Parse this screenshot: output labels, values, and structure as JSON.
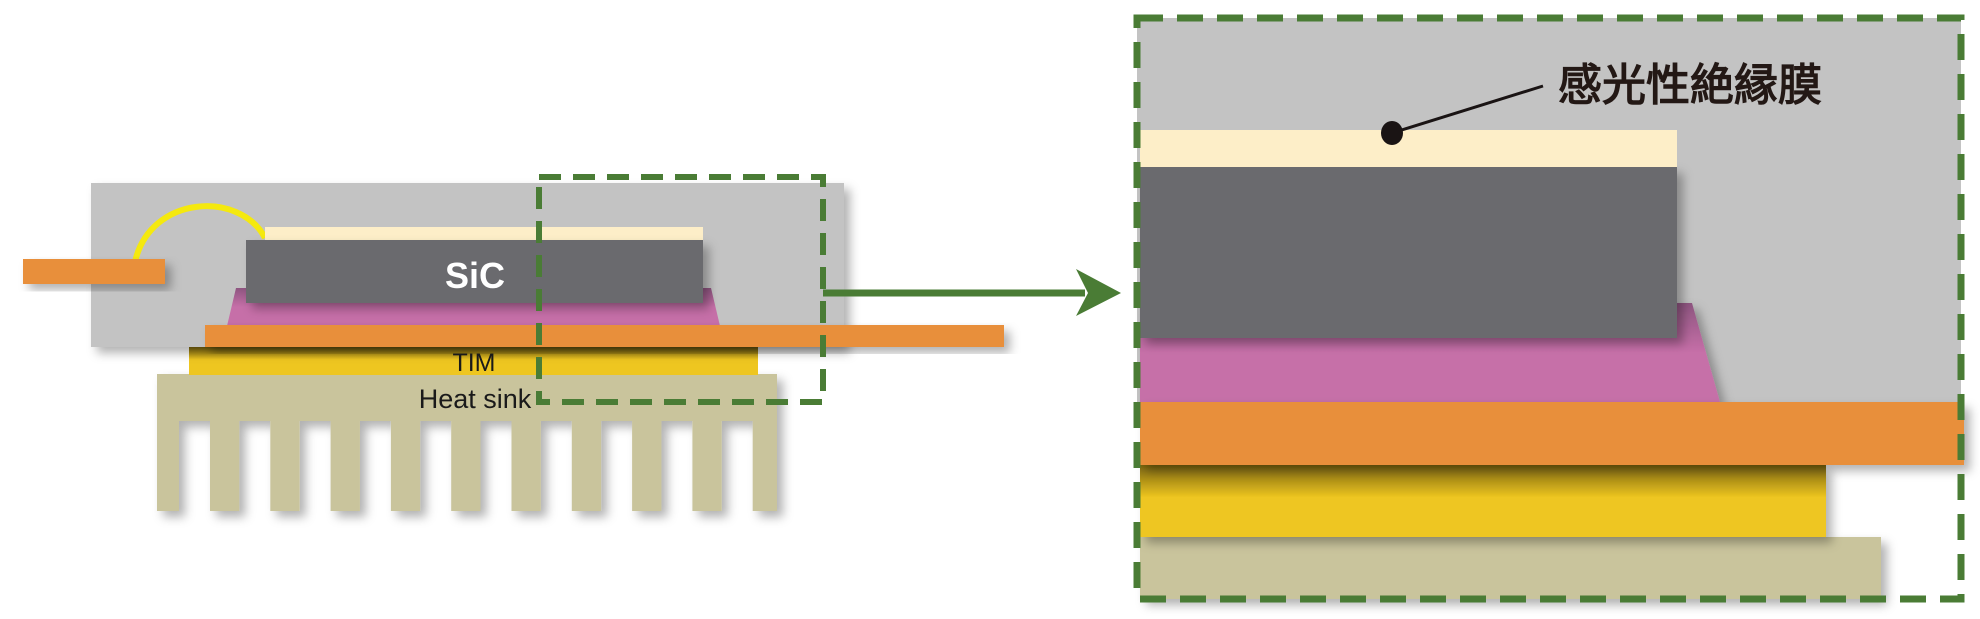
{
  "labels": {
    "die": "SiC",
    "tim": "TIM",
    "heat_sink": "Heat sink",
    "film_callout": "感光性絶縁膜"
  },
  "colors": {
    "mold": "#c3c3c3",
    "die": "#6a6a6e",
    "film": "#fdeec8",
    "solder": "#c66fa8",
    "copper": "#e88f3a",
    "tim": "#eec620",
    "heat_sink": "#c9c49c",
    "wire": "#f5e90e",
    "highlight": "#4a7c35"
  }
}
